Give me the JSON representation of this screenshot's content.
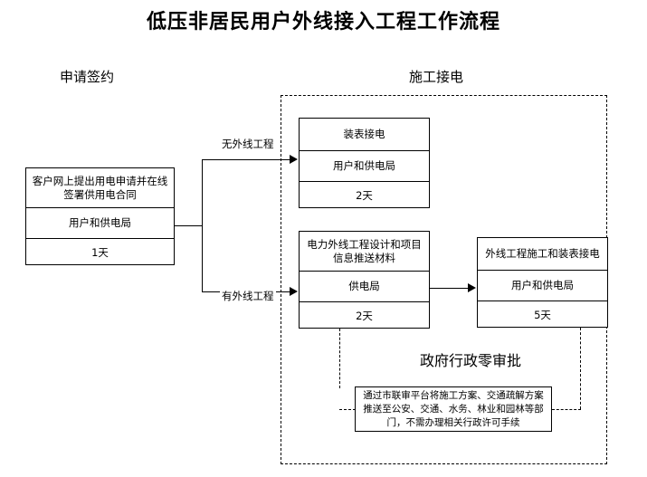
{
  "page": {
    "title": "低压非居民用户外线接入工程工作流程"
  },
  "phases": [
    {
      "id": "apply",
      "label": "申请签约"
    },
    {
      "id": "construction",
      "label": "施工接电"
    }
  ],
  "branches": [
    {
      "id": "no-external-line",
      "label": "无外线工程"
    },
    {
      "id": "with-external-line",
      "label": "有外线工程"
    }
  ],
  "nodes": [
    {
      "id": "online-application",
      "name": "客户网上提出用电申请并在线签署供用电合同",
      "actor": "用户和供电局",
      "duration": "1天"
    },
    {
      "id": "meter-installation",
      "name": "装表接电",
      "actor": "用户和供电局",
      "duration": "2天"
    },
    {
      "id": "design-and-push",
      "name": "电力外线工程设计和项目信息推送材料",
      "actor": "供电局",
      "duration": "2天"
    },
    {
      "id": "external-line-construction",
      "name": "外线工程施工和装表接电",
      "actor": "用户和供电局",
      "duration": "5天"
    }
  ],
  "government": {
    "heading": "政府行政零审批",
    "note": "通过市联审平台将施工方案、交通疏解方案推送至公安、交通、水务、林业和园林等部门，不需办理相关行政许可手续"
  }
}
